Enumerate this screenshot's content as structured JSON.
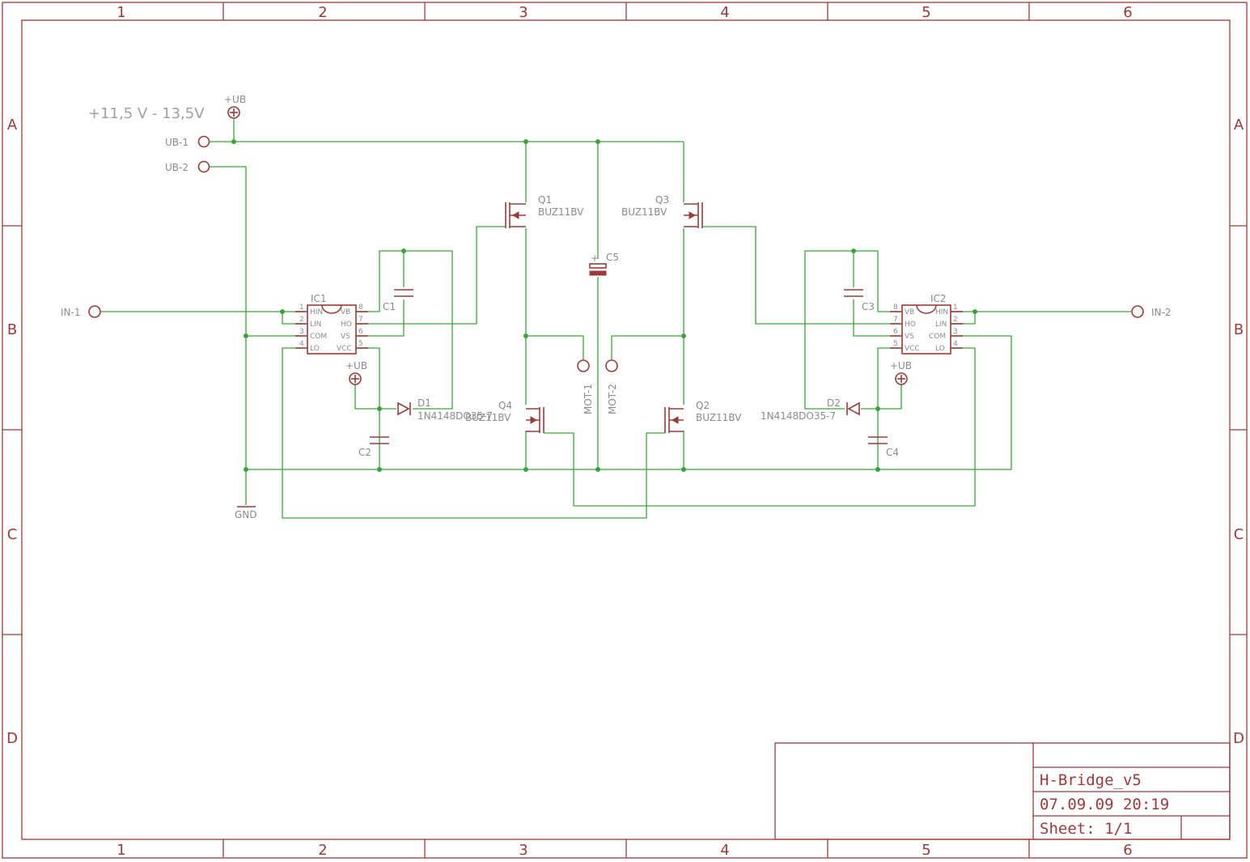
{
  "frame": {
    "columns": [
      "1",
      "2",
      "3",
      "4",
      "5",
      "6"
    ],
    "rows": [
      "A",
      "B",
      "C",
      "D"
    ]
  },
  "title_block": {
    "title": "H-Bridge_v5",
    "date": "07.09.09 20:19",
    "sheet": "Sheet: 1/1"
  },
  "supply": {
    "voltage_range": "+11,5 V - 13,5V",
    "ub_symbol": "+UB",
    "ub1": "UB-1",
    "ub2": "UB-2",
    "gnd": "GND"
  },
  "connectors": {
    "in1": "IN-1",
    "in2": "IN-2",
    "mot1": "MOT-1",
    "mot2": "MOT-2"
  },
  "components": {
    "ic1": "IC1",
    "ic2": "IC2",
    "q1": "Q1",
    "q1_value": "BUZ11BV",
    "q2": "Q2",
    "q2_value": "BUZ11BV",
    "q3": "Q3",
    "q3_value": "BUZ11BV",
    "q4": "Q4",
    "q4_value": "BUZ11BV",
    "c1": "C1",
    "c2": "C2",
    "c3": "C3",
    "c4": "C4",
    "c5": "C5",
    "d1": "D1",
    "d1_value": "1N4148DO35-7",
    "d2": "D2",
    "d2_value": "1N4148DO35-7",
    "cap_polarity": "+",
    "ub_local": "+UB"
  },
  "ic_pins": {
    "names": [
      "HIN",
      "LIN",
      "COM",
      "LO",
      "VB",
      "HO",
      "VS",
      "VCC"
    ],
    "numbers": [
      "1",
      "2",
      "3",
      "4",
      "5",
      "6",
      "7",
      "8"
    ]
  },
  "colors": {
    "frame": "#9b3a3a",
    "wire": "#3aa33a",
    "label": "#8a8a8a"
  }
}
